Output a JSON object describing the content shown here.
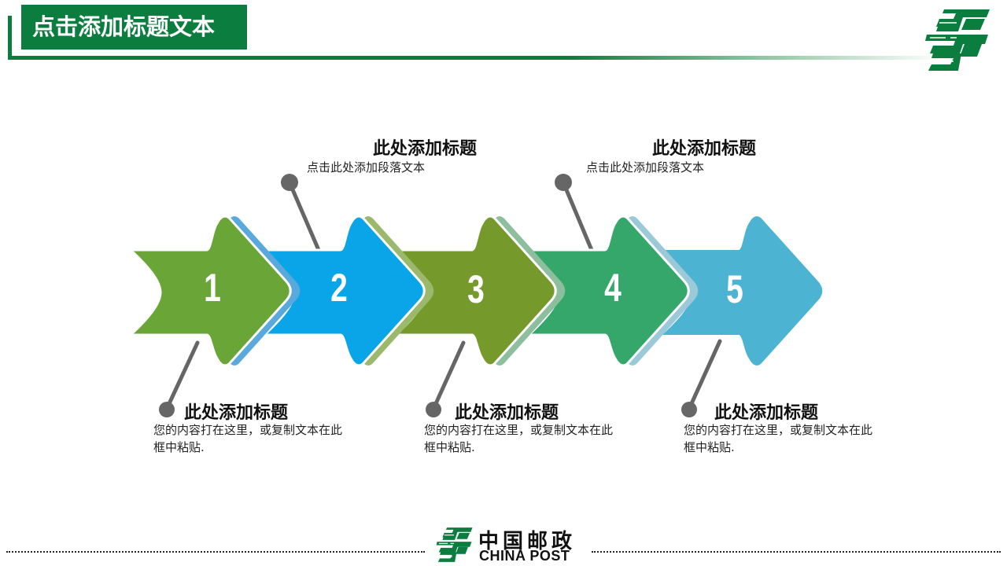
{
  "header": {
    "title": "点击添加标题文本",
    "accent_color": "#0b7d3e"
  },
  "logo": {
    "icon": "china-post-logo-icon",
    "color": "#0b7d3e"
  },
  "steps": [
    {
      "number": "1",
      "color": "#69a637",
      "shadow": "#5aa9dd"
    },
    {
      "number": "2",
      "color": "#0aa4e8",
      "shadow": "#9bb86c"
    },
    {
      "number": "3",
      "color": "#759a2b",
      "shadow": "#8dbf9f"
    },
    {
      "number": "4",
      "color": "#35a76b",
      "shadow": "#9cc9d8"
    },
    {
      "number": "5",
      "color": "#4db3d3"
    }
  ],
  "callouts_top": [
    {
      "title": "此处添加标题",
      "text": "点击此处添加段落文本"
    },
    {
      "title": "此处添加标题",
      "text": "点击此处添加段落文本"
    }
  ],
  "callouts_bottom": [
    {
      "title": "此处添加标题",
      "text_line1": "您的内容打在这里，或复制文本在此",
      "text_line2": "框中粘贴."
    },
    {
      "title": "此处添加标题",
      "text_line1": "您的内容打在这里，或复制文本在此",
      "text_line2": "框中粘贴."
    },
    {
      "title": "此处添加标题",
      "text_line1": "您的内容打在这里，或复制文本在此",
      "text_line2": "框中粘贴."
    }
  ],
  "footer": {
    "brand_cn": "中国邮政",
    "brand_en": "CHINA POST"
  },
  "connector_color": "#666666"
}
